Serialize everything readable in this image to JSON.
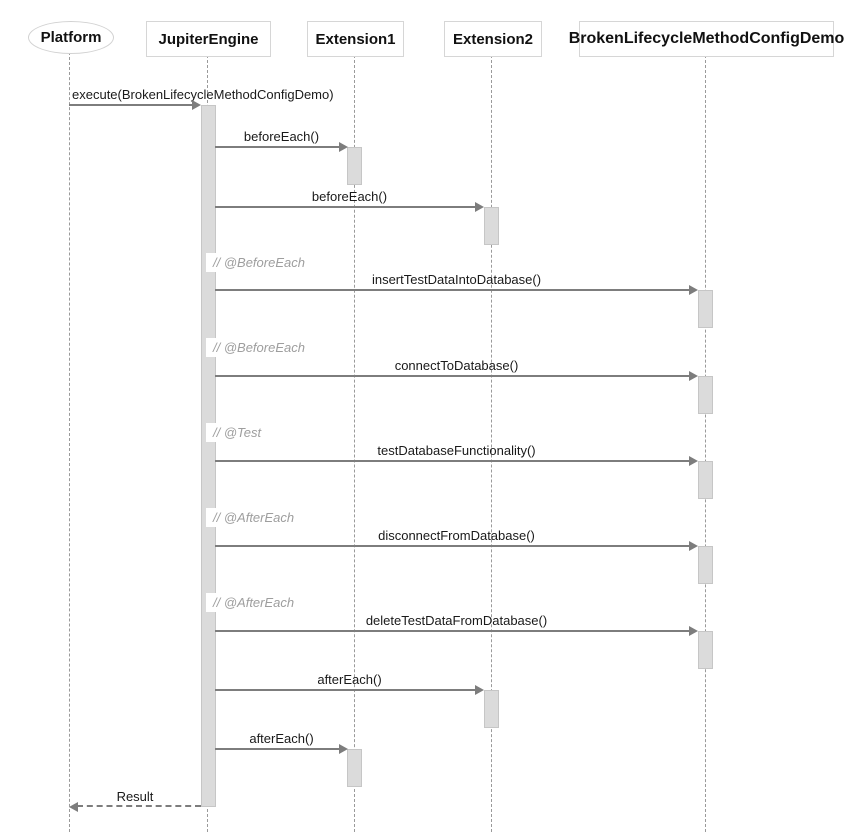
{
  "diagram": {
    "type": "uml-sequence",
    "participants": [
      {
        "name": "Platform",
        "shape": "ellipse"
      },
      {
        "name": "JupiterEngine",
        "shape": "rect"
      },
      {
        "name": "Extension1",
        "shape": "rect"
      },
      {
        "name": "Extension2",
        "shape": "rect"
      },
      {
        "name": "BrokenLifecycleMethodConfigDemo",
        "shape": "rect"
      }
    ],
    "messages": [
      {
        "label": "execute(BrokenLifecycleMethodConfigDemo)",
        "from": "Platform",
        "to": "JupiterEngine",
        "style": "solid"
      },
      {
        "label": "beforeEach()",
        "from": "JupiterEngine",
        "to": "Extension1",
        "style": "solid"
      },
      {
        "label": "beforeEach()",
        "from": "JupiterEngine",
        "to": "Extension2",
        "style": "solid"
      },
      {
        "label": "insertTestDataIntoDatabase()",
        "from": "JupiterEngine",
        "to": "BrokenLifecycleMethodConfigDemo",
        "style": "solid"
      },
      {
        "label": "connectToDatabase()",
        "from": "JupiterEngine",
        "to": "BrokenLifecycleMethodConfigDemo",
        "style": "solid"
      },
      {
        "label": "testDatabaseFunctionality()",
        "from": "JupiterEngine",
        "to": "BrokenLifecycleMethodConfigDemo",
        "style": "solid"
      },
      {
        "label": "disconnectFromDatabase()",
        "from": "JupiterEngine",
        "to": "BrokenLifecycleMethodConfigDemo",
        "style": "solid"
      },
      {
        "label": "deleteTestDataFromDatabase()",
        "from": "JupiterEngine",
        "to": "BrokenLifecycleMethodConfigDemo",
        "style": "solid"
      },
      {
        "label": "afterEach()",
        "from": "JupiterEngine",
        "to": "Extension2",
        "style": "solid"
      },
      {
        "label": "afterEach()",
        "from": "JupiterEngine",
        "to": "Extension1",
        "style": "solid"
      },
      {
        "label": "Result",
        "from": "JupiterEngine",
        "to": "Platform",
        "style": "dashed-return"
      }
    ],
    "comments": [
      {
        "text": "// @BeforeEach"
      },
      {
        "text": "// @BeforeEach"
      },
      {
        "text": "// @Test"
      },
      {
        "text": "// @AfterEach"
      },
      {
        "text": "// @AfterEach"
      }
    ],
    "colors": {
      "background": "#ffffff",
      "arrow": "#7d7d7d",
      "lifeline": "#9a9a9a",
      "activation_fill": "#dbdbdb",
      "activation_border": "#c6c6c6",
      "participant_border": "#d6d6d6",
      "message_text": "#1a1a1a",
      "comment_text": "#9e9e9e"
    }
  }
}
